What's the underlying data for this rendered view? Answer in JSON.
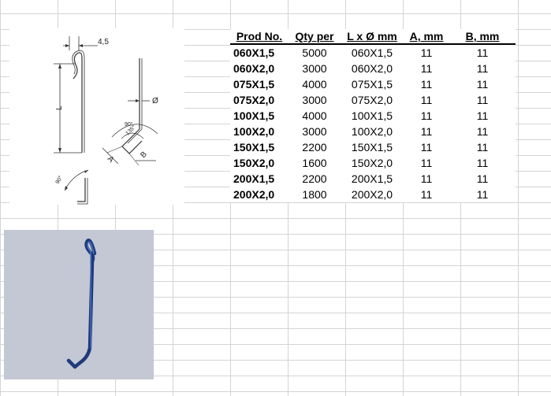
{
  "drawing": {
    "dim_top": "4,5",
    "dim_length": "L",
    "dim_diameter": "Ø",
    "dim_angle_inner": "90°",
    "dim_angle_small": "135°",
    "dim_a": "A",
    "dim_b": "B",
    "dim_angle_bottom": "90°"
  },
  "table": {
    "headers": [
      "Prod No.",
      "Qty per",
      "L x Ø mm",
      "A, mm",
      "B, mm"
    ],
    "rows": [
      [
        "060X1,5",
        "5000",
        "060X1,5",
        "11",
        "11"
      ],
      [
        "060X2,0",
        "3000",
        "060X2,0",
        "11",
        "11"
      ],
      [
        "075X1,5",
        "4000",
        "075X1,5",
        "11",
        "11"
      ],
      [
        "075X2,0",
        "3000",
        "075X2,0",
        "11",
        "11"
      ],
      [
        "100X1,5",
        "4000",
        "100X1,5",
        "11",
        "11"
      ],
      [
        "100X2,0",
        "3000",
        "100X2,0",
        "11",
        "11"
      ],
      [
        "150X1,5",
        "2200",
        "150X1,5",
        "11",
        "11"
      ],
      [
        "150X2,0",
        "1600",
        "150X2,0",
        "11",
        "11"
      ],
      [
        "200X1,5",
        "2200",
        "200X1,5",
        "11",
        "11"
      ],
      [
        "200X2,0",
        "1800",
        "200X2,0",
        "11",
        "11"
      ]
    ]
  },
  "colors": {
    "grid": "#d4d4d4",
    "photo_background": "#c4c8d4",
    "hook": "#1e3a7a",
    "hook_highlight": "#4f74c4"
  }
}
